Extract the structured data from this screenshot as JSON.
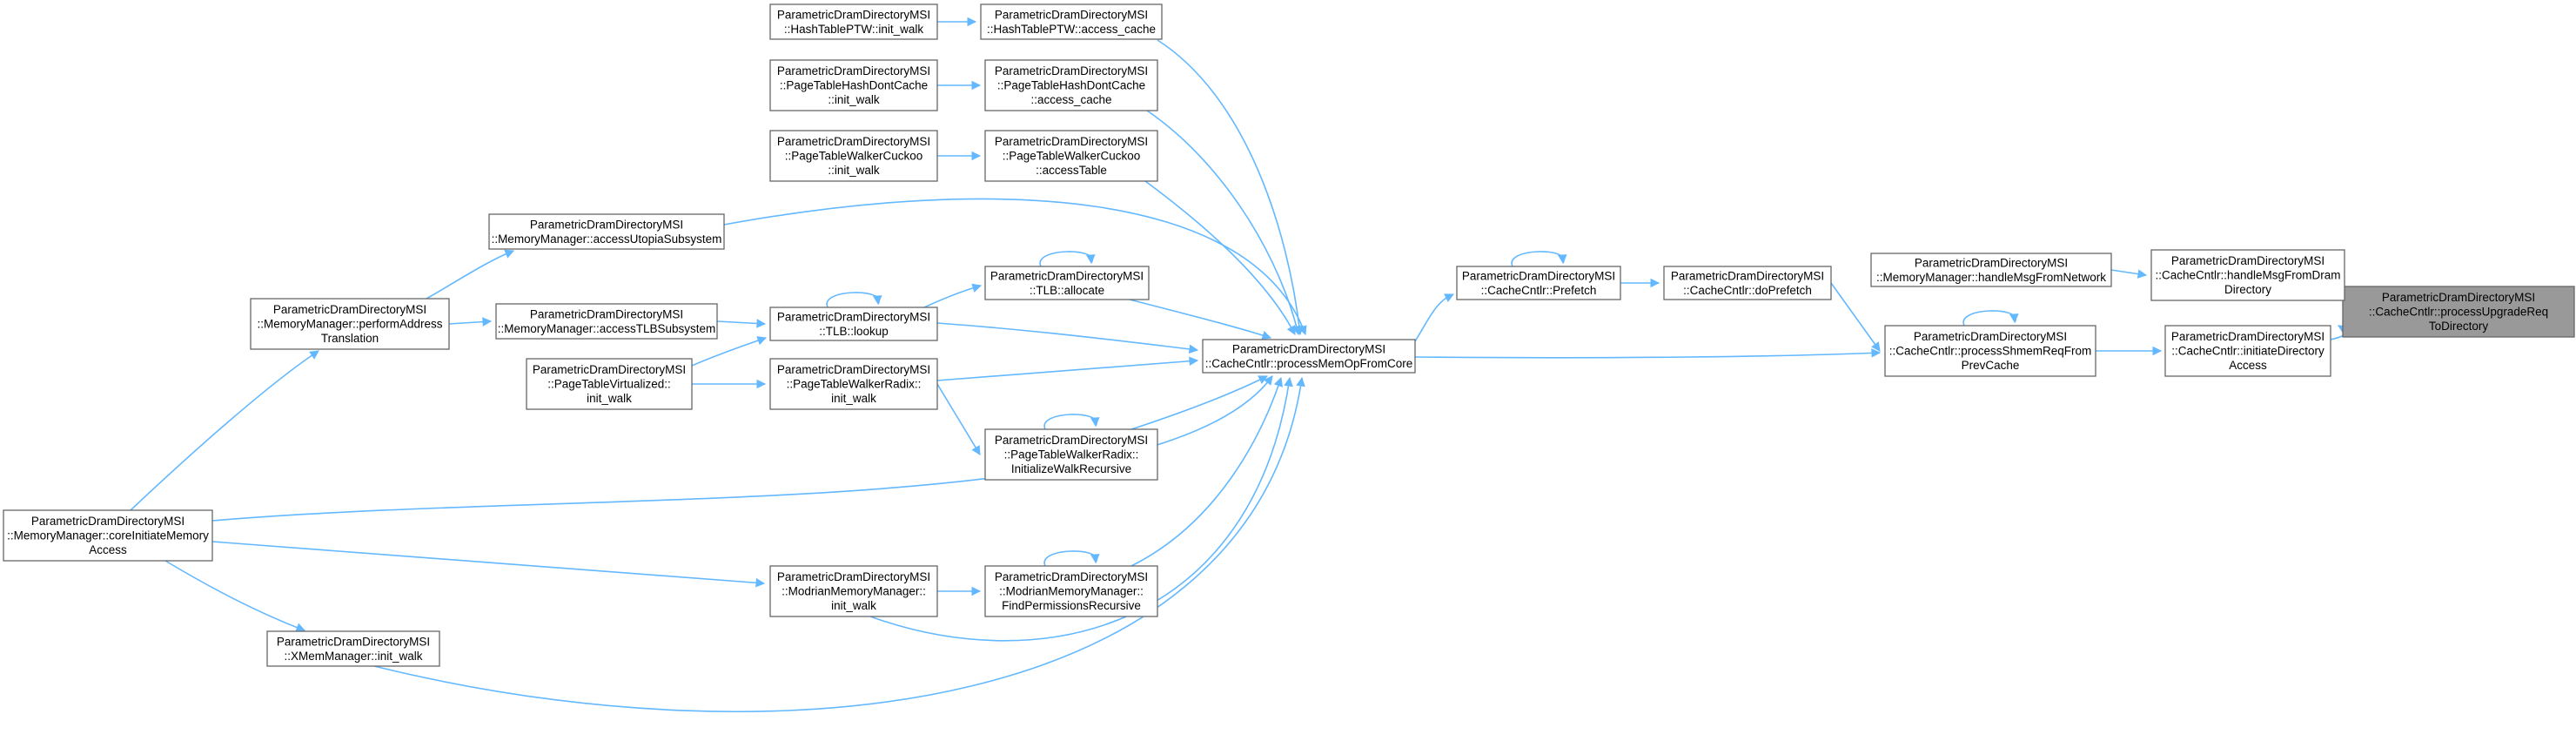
{
  "diagram": {
    "edge_color": "#63b8ff",
    "highlight_color": "#999999",
    "nodes": [
      {
        "id": "root",
        "lines": [
          "ParametricDramDirectoryMSI",
          "::CacheCntlr::processUpgradeReq",
          "ToDirectory"
        ],
        "highlight": true
      },
      {
        "id": "handleMsgFromDram",
        "lines": [
          "ParametricDramDirectoryMSI",
          "::CacheCntlr::handleMsgFromDram",
          "Directory"
        ]
      },
      {
        "id": "initiateDirectoryAccess",
        "lines": [
          "ParametricDramDirectoryMSI",
          "::CacheCntlr::initiateDirectory",
          "Access"
        ]
      },
      {
        "id": "handleMsgFromNetwork",
        "lines": [
          "ParametricDramDirectoryMSI",
          "::MemoryManager::handleMsgFromNetwork"
        ]
      },
      {
        "id": "processShmemReqFromPrevCache",
        "lines": [
          "ParametricDramDirectoryMSI",
          "::CacheCntlr::processShmemReqFrom",
          "PrevCache"
        ]
      },
      {
        "id": "doPrefetch",
        "lines": [
          "ParametricDramDirectoryMSI",
          "::CacheCntlr::doPrefetch"
        ]
      },
      {
        "id": "prefetch",
        "lines": [
          "ParametricDramDirectoryMSI",
          "::CacheCntlr::Prefetch"
        ]
      },
      {
        "id": "processMemOpFromCore",
        "lines": [
          "ParametricDramDirectoryMSI",
          "::CacheCntlr::processMemOpFromCore"
        ]
      },
      {
        "id": "hashAccessCache",
        "lines": [
          "ParametricDramDirectoryMSI",
          "::HashTablePTW::access_cache"
        ]
      },
      {
        "id": "hashInitWalk",
        "lines": [
          "ParametricDramDirectoryMSI",
          "::HashTablePTW::init_walk"
        ]
      },
      {
        "id": "dontCacheAccess",
        "lines": [
          "ParametricDramDirectoryMSI",
          "::PageTableHashDontCache",
          "::access_cache"
        ]
      },
      {
        "id": "dontCacheInit",
        "lines": [
          "ParametricDramDirectoryMSI",
          "::PageTableHashDontCache",
          "::init_walk"
        ]
      },
      {
        "id": "cuckooAccessTable",
        "lines": [
          "ParametricDramDirectoryMSI",
          "::PageTableWalkerCuckoo",
          "::accessTable"
        ]
      },
      {
        "id": "cuckooInit",
        "lines": [
          "ParametricDramDirectoryMSI",
          "::PageTableWalkerCuckoo",
          "::init_walk"
        ]
      },
      {
        "id": "accessUtopia",
        "lines": [
          "ParametricDramDirectoryMSI",
          "::MemoryManager::accessUtopiaSubsystem"
        ]
      },
      {
        "id": "tlbAllocate",
        "lines": [
          "ParametricDramDirectoryMSI",
          "::TLB::allocate"
        ]
      },
      {
        "id": "tlbLookup",
        "lines": [
          "ParametricDramDirectoryMSI",
          "::TLB::lookup"
        ]
      },
      {
        "id": "accessTLB",
        "lines": [
          "ParametricDramDirectoryMSI",
          "::MemoryManager::accessTLBSubsystem"
        ]
      },
      {
        "id": "performAddressTranslation",
        "lines": [
          "ParametricDramDirectoryMSI",
          "::MemoryManager::performAddress",
          "Translation"
        ]
      },
      {
        "id": "virtualizedInit",
        "lines": [
          "ParametricDramDirectoryMSI",
          "::PageTableVirtualized::",
          "init_walk"
        ]
      },
      {
        "id": "radixInit",
        "lines": [
          "ParametricDramDirectoryMSI",
          "::PageTableWalkerRadix::",
          "init_walk"
        ]
      },
      {
        "id": "radixInitializeWalk",
        "lines": [
          "ParametricDramDirectoryMSI",
          "::PageTableWalkerRadix::",
          "InitializeWalkRecursive"
        ]
      },
      {
        "id": "coreInitiateMemoryAccess",
        "lines": [
          "ParametricDramDirectoryMSI",
          "::MemoryManager::coreInitiateMemory",
          "Access"
        ]
      },
      {
        "id": "modrianInit",
        "lines": [
          "ParametricDramDirectoryMSI",
          "::ModrianMemoryManager::",
          "init_walk"
        ]
      },
      {
        "id": "modrianFindPermissions",
        "lines": [
          "ParametricDramDirectoryMSI",
          "::ModrianMemoryManager::",
          "FindPermissionsRecursive"
        ]
      },
      {
        "id": "xmemInit",
        "lines": [
          "ParametricDramDirectoryMSI",
          "::XMemManager::init_walk"
        ]
      }
    ],
    "edges": [
      {
        "from": "handleMsgFromDram",
        "to": "root"
      },
      {
        "from": "initiateDirectoryAccess",
        "to": "root"
      },
      {
        "from": "handleMsgFromNetwork",
        "to": "handleMsgFromDram"
      },
      {
        "from": "processShmemReqFromPrevCache",
        "to": "initiateDirectoryAccess"
      },
      {
        "from": "processShmemReqFromPrevCache",
        "to": "processShmemReqFromPrevCache"
      },
      {
        "from": "doPrefetch",
        "to": "processShmemReqFromPrevCache"
      },
      {
        "from": "processMemOpFromCore",
        "to": "processShmemReqFromPrevCache"
      },
      {
        "from": "prefetch",
        "to": "doPrefetch"
      },
      {
        "from": "prefetch",
        "to": "prefetch"
      },
      {
        "from": "processMemOpFromCore",
        "to": "prefetch"
      },
      {
        "from": "hashAccessCache",
        "to": "processMemOpFromCore"
      },
      {
        "from": "dontCacheAccess",
        "to": "processMemOpFromCore"
      },
      {
        "from": "cuckooAccessTable",
        "to": "processMemOpFromCore"
      },
      {
        "from": "accessUtopia",
        "to": "processMemOpFromCore"
      },
      {
        "from": "tlbAllocate",
        "to": "processMemOpFromCore"
      },
      {
        "from": "tlbLookup",
        "to": "processMemOpFromCore"
      },
      {
        "from": "radixInit",
        "to": "processMemOpFromCore"
      },
      {
        "from": "radixInitializeWalk",
        "to": "processMemOpFromCore"
      },
      {
        "from": "coreInitiateMemoryAccess",
        "to": "processMemOpFromCore"
      },
      {
        "from": "modrianFindPermissions",
        "to": "processMemOpFromCore"
      },
      {
        "from": "modrianInit",
        "to": "processMemOpFromCore"
      },
      {
        "from": "xmemInit",
        "to": "processMemOpFromCore"
      },
      {
        "from": "hashInitWalk",
        "to": "hashAccessCache"
      },
      {
        "from": "dontCacheInit",
        "to": "dontCacheAccess"
      },
      {
        "from": "cuckooInit",
        "to": "cuckooAccessTable"
      },
      {
        "from": "performAddressTranslation",
        "to": "accessUtopia"
      },
      {
        "from": "tlbLookup",
        "to": "tlbAllocate"
      },
      {
        "from": "tlbAllocate",
        "to": "tlbAllocate"
      },
      {
        "from": "accessTLB",
        "to": "tlbLookup"
      },
      {
        "from": "virtualizedInit",
        "to": "tlbLookup"
      },
      {
        "from": "tlbLookup",
        "to": "tlbLookup"
      },
      {
        "from": "performAddressTranslation",
        "to": "accessTLB"
      },
      {
        "from": "coreInitiateMemoryAccess",
        "to": "performAddressTranslation"
      },
      {
        "from": "virtualizedInit",
        "to": "radixInit"
      },
      {
        "from": "radixInit",
        "to": "radixInitializeWalk"
      },
      {
        "from": "radixInitializeWalk",
        "to": "radixInitializeWalk"
      },
      {
        "from": "coreInitiateMemoryAccess",
        "to": "modrianInit"
      },
      {
        "from": "modrianInit",
        "to": "modrianFindPermissions"
      },
      {
        "from": "modrianFindPermissions",
        "to": "modrianFindPermissions"
      },
      {
        "from": "coreInitiateMemoryAccess",
        "to": "xmemInit"
      }
    ]
  }
}
